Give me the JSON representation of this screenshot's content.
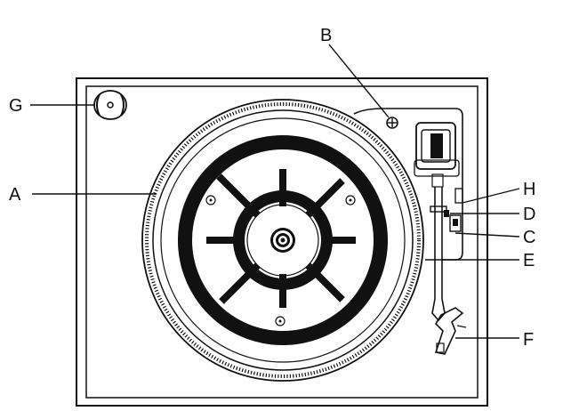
{
  "callouts": {
    "A": "A",
    "B": "B",
    "C": "C",
    "D": "D",
    "E": "E",
    "F": "F",
    "G": "G",
    "H": "H"
  },
  "colors": {
    "line": "#111111",
    "background": "#ffffff",
    "fill_dark": "#111111"
  }
}
